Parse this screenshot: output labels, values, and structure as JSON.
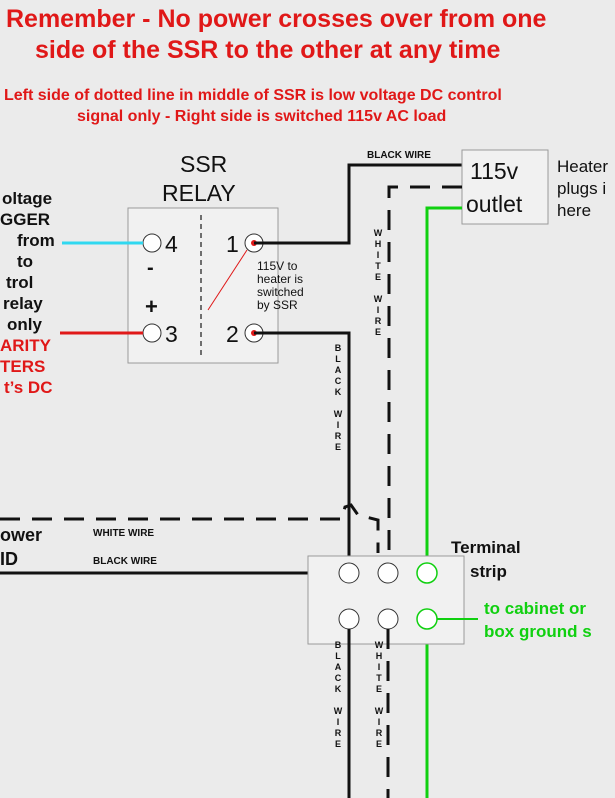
{
  "banner": {
    "line1": "Remember - No power crosses over from one",
    "line2": "side of the SSR to the other at any time",
    "sub1": "Left side of dotted line in middle of SSR is low voltage DC control",
    "sub2": "signal only - Right side is switched 115v AC load"
  },
  "ssr": {
    "title1": "SSR",
    "title2": "RELAY",
    "t4": "4",
    "t1": "1",
    "t3": "3",
    "t2": "2",
    "minus": "-",
    "plus": "+",
    "note1": "115V to",
    "note2": "heater is",
    "note3": "switched",
    "note4": "by SSR"
  },
  "left_text": {
    "l1": "oltage",
    "l2": "GGER",
    "l3": "from",
    "l4": "to",
    "l5": "trol",
    "l6": "relay",
    "l7": "only",
    "l8": "ARITY",
    "l9": "TERS",
    "l10": "t’s DC"
  },
  "outlet": {
    "line1": "115v",
    "line2": "outlet",
    "heater1": "Heater",
    "heater2": "plugs i",
    "heater3": "here"
  },
  "wires": {
    "black_top": "BLACK WIRE",
    "white_left": "WHITE WIRE",
    "black_left": "BLACK WIRE",
    "vert_white_upper": "WHITE WIRE",
    "vert_black_mid": "BLACK WIRE",
    "vert_black_lower": "BLACK WIRE",
    "vert_white_lower": "WHITE WIRE"
  },
  "power": {
    "line1": "ower",
    "line2": "ID"
  },
  "terminal": {
    "line1": "Terminal",
    "line2": "strip"
  },
  "ground": {
    "line1": "to cabinet or",
    "line2": "box ground s"
  },
  "colors": {
    "red": "#e01818",
    "green": "#10d010",
    "cyan": "#30d8f0",
    "black": "#111111",
    "background": "#ebebeb"
  }
}
